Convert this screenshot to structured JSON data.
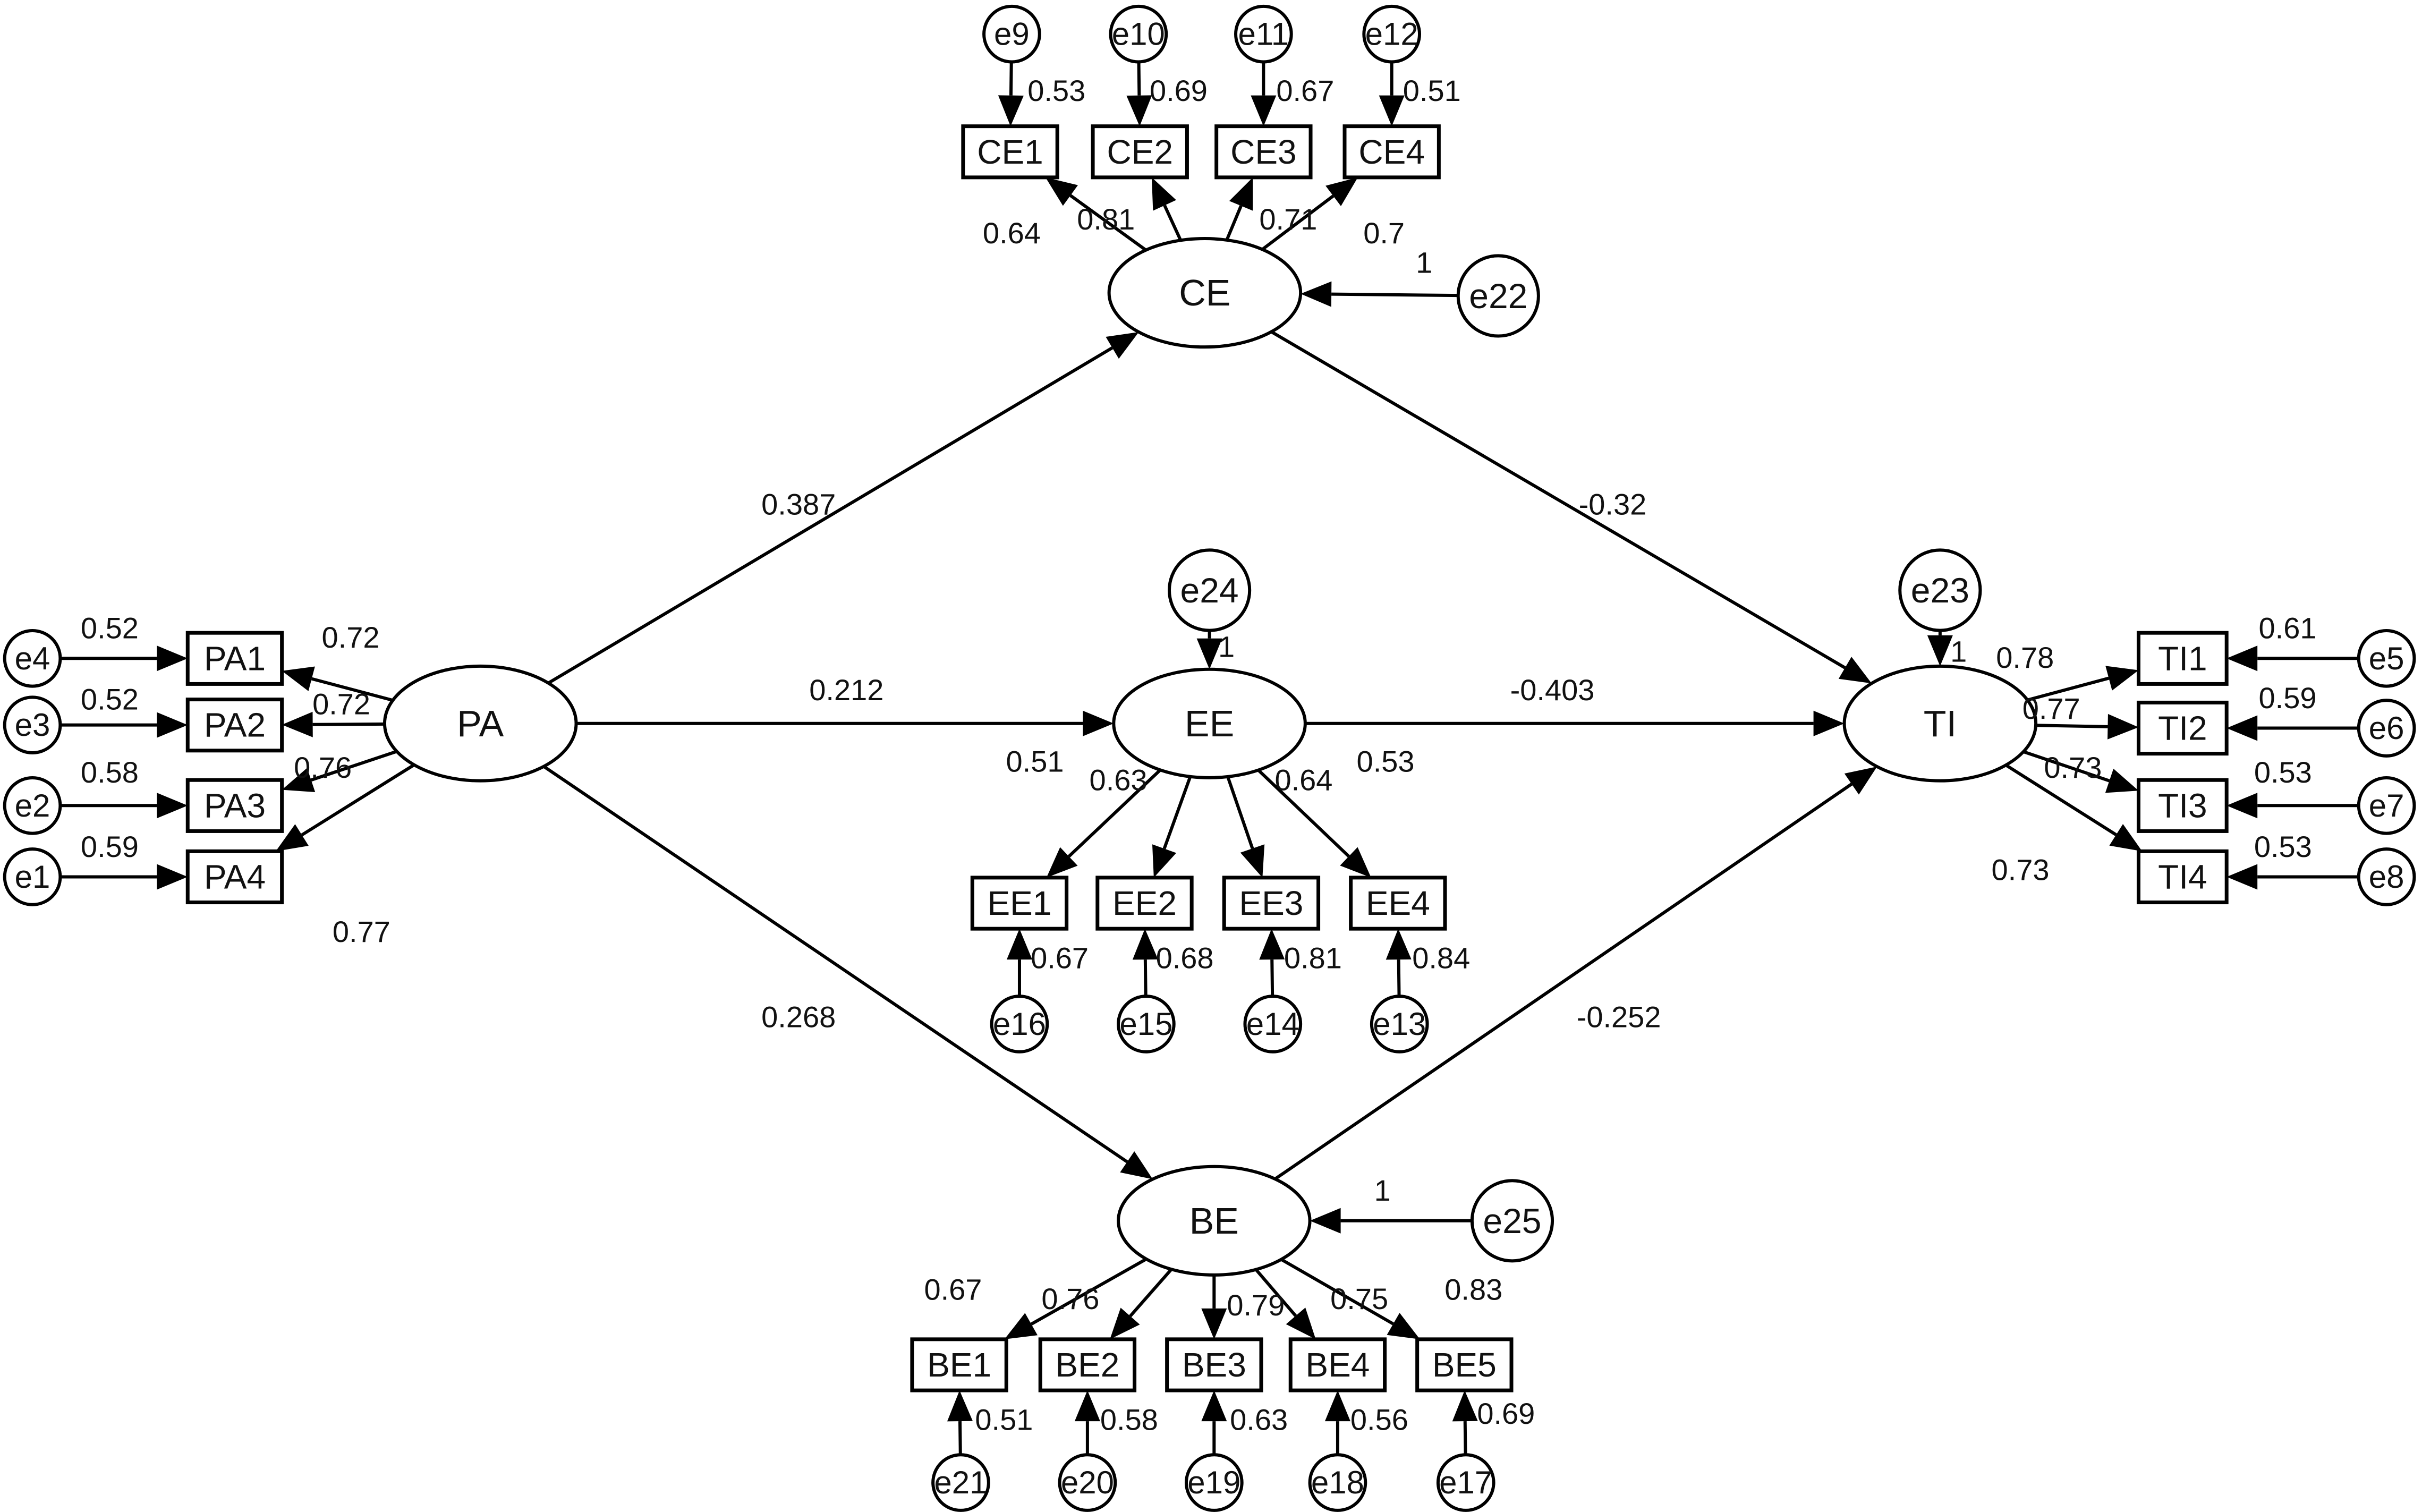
{
  "diagram": {
    "line_color": "#000000",
    "background": "#ffffff",
    "latents": [
      {
        "id": "PA",
        "label": "PA"
      },
      {
        "id": "CE",
        "label": "CE"
      },
      {
        "id": "EE",
        "label": "EE"
      },
      {
        "id": "BE",
        "label": "BE"
      },
      {
        "id": "TI",
        "label": "TI"
      }
    ],
    "indicators": [
      {
        "id": "PA1",
        "label": "PA1"
      },
      {
        "id": "PA2",
        "label": "PA2"
      },
      {
        "id": "PA3",
        "label": "PA3"
      },
      {
        "id": "PA4",
        "label": "PA4"
      },
      {
        "id": "CE1",
        "label": "CE1"
      },
      {
        "id": "CE2",
        "label": "CE2"
      },
      {
        "id": "CE3",
        "label": "CE3"
      },
      {
        "id": "CE4",
        "label": "CE4"
      },
      {
        "id": "EE1",
        "label": "EE1"
      },
      {
        "id": "EE2",
        "label": "EE2"
      },
      {
        "id": "EE3",
        "label": "EE3"
      },
      {
        "id": "EE4",
        "label": "EE4"
      },
      {
        "id": "BE1",
        "label": "BE1"
      },
      {
        "id": "BE2",
        "label": "BE2"
      },
      {
        "id": "BE3",
        "label": "BE3"
      },
      {
        "id": "BE4",
        "label": "BE4"
      },
      {
        "id": "BE5",
        "label": "BE5"
      },
      {
        "id": "TI1",
        "label": "TI1"
      },
      {
        "id": "TI2",
        "label": "TI2"
      },
      {
        "id": "TI3",
        "label": "TI3"
      },
      {
        "id": "TI4",
        "label": "TI4"
      }
    ],
    "errors": [
      {
        "id": "e1",
        "label": "e1"
      },
      {
        "id": "e2",
        "label": "e2"
      },
      {
        "id": "e3",
        "label": "e3"
      },
      {
        "id": "e4",
        "label": "e4"
      },
      {
        "id": "e5",
        "label": "e5"
      },
      {
        "id": "e6",
        "label": "e6"
      },
      {
        "id": "e7",
        "label": "e7"
      },
      {
        "id": "e8",
        "label": "e8"
      },
      {
        "id": "e9",
        "label": "e9"
      },
      {
        "id": "e10",
        "label": "e10"
      },
      {
        "id": "e11",
        "label": "e11"
      },
      {
        "id": "e12",
        "label": "e12"
      },
      {
        "id": "e13",
        "label": "e13"
      },
      {
        "id": "e14",
        "label": "e14"
      },
      {
        "id": "e15",
        "label": "e15"
      },
      {
        "id": "e16",
        "label": "e16"
      },
      {
        "id": "e17",
        "label": "e17"
      },
      {
        "id": "e18",
        "label": "e18"
      },
      {
        "id": "e19",
        "label": "e19"
      },
      {
        "id": "e20",
        "label": "e20"
      },
      {
        "id": "e21",
        "label": "e21"
      },
      {
        "id": "e22",
        "label": "e22"
      },
      {
        "id": "e23",
        "label": "e23"
      },
      {
        "id": "e24",
        "label": "e24"
      },
      {
        "id": "e25",
        "label": "e25"
      }
    ],
    "paths": [
      {
        "from": "PA",
        "to": "CE",
        "value": "0.387"
      },
      {
        "from": "PA",
        "to": "EE",
        "value": "0.212"
      },
      {
        "from": "PA",
        "to": "BE",
        "value": "0.268"
      },
      {
        "from": "CE",
        "to": "TI",
        "value": "-0.32"
      },
      {
        "from": "EE",
        "to": "TI",
        "value": "-0.403"
      },
      {
        "from": "BE",
        "to": "TI",
        "value": "-0.252"
      }
    ],
    "loadings": [
      {
        "from": "PA",
        "to": "PA1",
        "value": "0.72"
      },
      {
        "from": "PA",
        "to": "PA2",
        "value": "0.72"
      },
      {
        "from": "PA",
        "to": "PA3",
        "value": "0.76"
      },
      {
        "from": "PA",
        "to": "PA4",
        "value": "0.77"
      },
      {
        "from": "CE",
        "to": "CE1",
        "value": "0.64"
      },
      {
        "from": "CE",
        "to": "CE2",
        "value": "0.81"
      },
      {
        "from": "CE",
        "to": "CE3",
        "value": "0.71"
      },
      {
        "from": "CE",
        "to": "CE4",
        "value": "0.7"
      },
      {
        "from": "EE",
        "to": "EE1",
        "value": "0.51"
      },
      {
        "from": "EE",
        "to": "EE2",
        "value": "0.63"
      },
      {
        "from": "EE",
        "to": "EE3",
        "value": "0.64"
      },
      {
        "from": "EE",
        "to": "EE4",
        "value": "0.53"
      },
      {
        "from": "BE",
        "to": "BE1",
        "value": "0.67"
      },
      {
        "from": "BE",
        "to": "BE2",
        "value": "0.76"
      },
      {
        "from": "BE",
        "to": "BE3",
        "value": "0.79"
      },
      {
        "from": "BE",
        "to": "BE4",
        "value": "0.75"
      },
      {
        "from": "BE",
        "to": "BE5",
        "value": "0.83"
      },
      {
        "from": "TI",
        "to": "TI1",
        "value": "0.78"
      },
      {
        "from": "TI",
        "to": "TI2",
        "value": "0.77"
      },
      {
        "from": "TI",
        "to": "TI3",
        "value": "0.73"
      },
      {
        "from": "TI",
        "to": "TI4",
        "value": "0.73"
      }
    ],
    "error_links": [
      {
        "from": "e4",
        "to": "PA1",
        "value": "0.52"
      },
      {
        "from": "e3",
        "to": "PA2",
        "value": "0.52"
      },
      {
        "from": "e2",
        "to": "PA3",
        "value": "0.58"
      },
      {
        "from": "e1",
        "to": "PA4",
        "value": "0.59"
      },
      {
        "from": "e9",
        "to": "CE1",
        "value": "0.53"
      },
      {
        "from": "e10",
        "to": "CE2",
        "value": "0.69"
      },
      {
        "from": "e11",
        "to": "CE3",
        "value": "0.67"
      },
      {
        "from": "e12",
        "to": "CE4",
        "value": "0.51"
      },
      {
        "from": "e16",
        "to": "EE1",
        "value": "0.67"
      },
      {
        "from": "e15",
        "to": "EE2",
        "value": "0.68"
      },
      {
        "from": "e14",
        "to": "EE3",
        "value": "0.81"
      },
      {
        "from": "e13",
        "to": "EE4",
        "value": "0.84"
      },
      {
        "from": "e21",
        "to": "BE1",
        "value": "0.51"
      },
      {
        "from": "e20",
        "to": "BE2",
        "value": "0.58"
      },
      {
        "from": "e19",
        "to": "BE3",
        "value": "0.63"
      },
      {
        "from": "e18",
        "to": "BE4",
        "value": "0.56"
      },
      {
        "from": "e17",
        "to": "BE5",
        "value": "0.69"
      },
      {
        "from": "e5",
        "to": "TI1",
        "value": "0.61"
      },
      {
        "from": "e6",
        "to": "TI2",
        "value": "0.59"
      },
      {
        "from": "e7",
        "to": "TI3",
        "value": "0.53"
      },
      {
        "from": "e8",
        "to": "TI4",
        "value": "0.53"
      },
      {
        "from": "e22",
        "to": "CE",
        "value": "1"
      },
      {
        "from": "e24",
        "to": "EE",
        "value": "1"
      },
      {
        "from": "e25",
        "to": "BE",
        "value": "1"
      },
      {
        "from": "e23",
        "to": "TI",
        "value": "1"
      }
    ]
  }
}
